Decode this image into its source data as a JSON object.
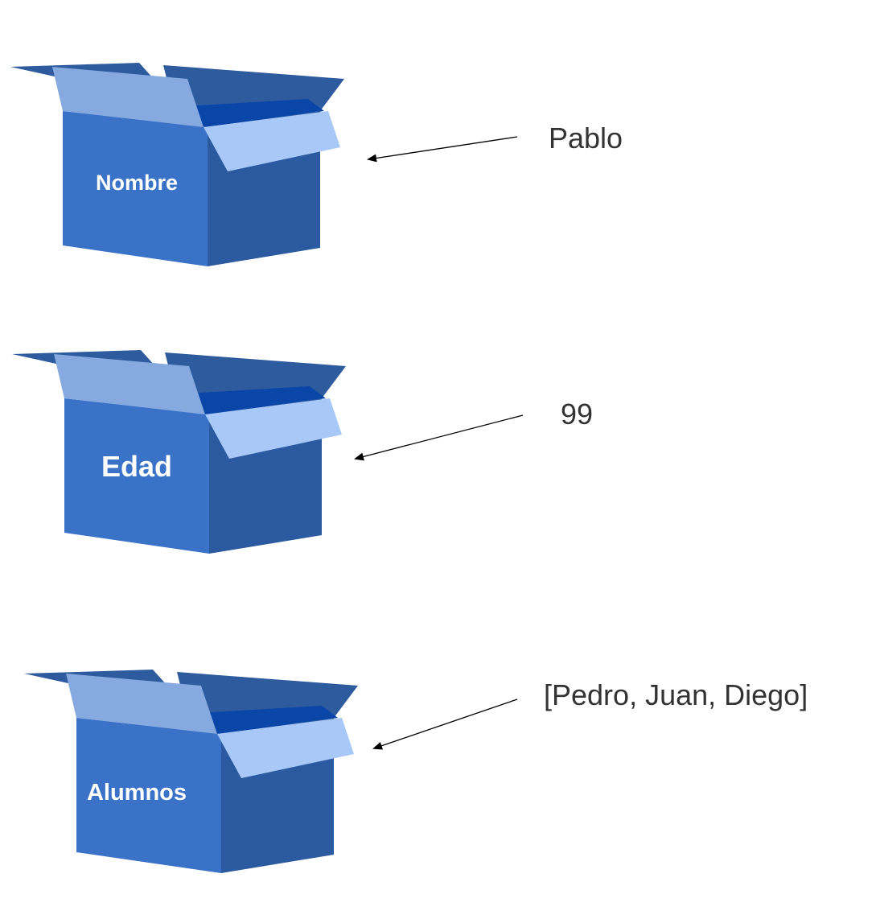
{
  "colors": {
    "box_front": "#3a72c8",
    "box_side": "#2b5aa0",
    "box_inside": "#0a45a8",
    "box_back_flap": "#2d5b9e",
    "flap_left": "#86a9e0",
    "flap_right": "#a8c8f8",
    "arrow": "#000000",
    "text": "#333333"
  },
  "items": [
    {
      "box_label": "Nombre",
      "value": "Pablo"
    },
    {
      "box_label": "Edad",
      "value": "99"
    },
    {
      "box_label": "Alumnos",
      "value": "[Pedro, Juan, Diego]"
    }
  ]
}
